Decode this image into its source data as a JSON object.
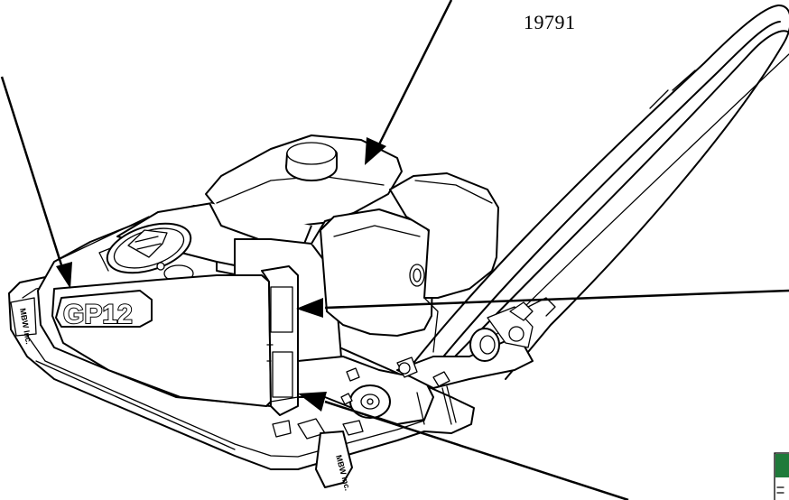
{
  "part_number": "19791",
  "model_logo": "GP12",
  "plate_decal": "MBW Inc.",
  "colors": {
    "line": "#000000",
    "background": "#ffffff",
    "thumbnail_accent": "#1f7a3a"
  }
}
